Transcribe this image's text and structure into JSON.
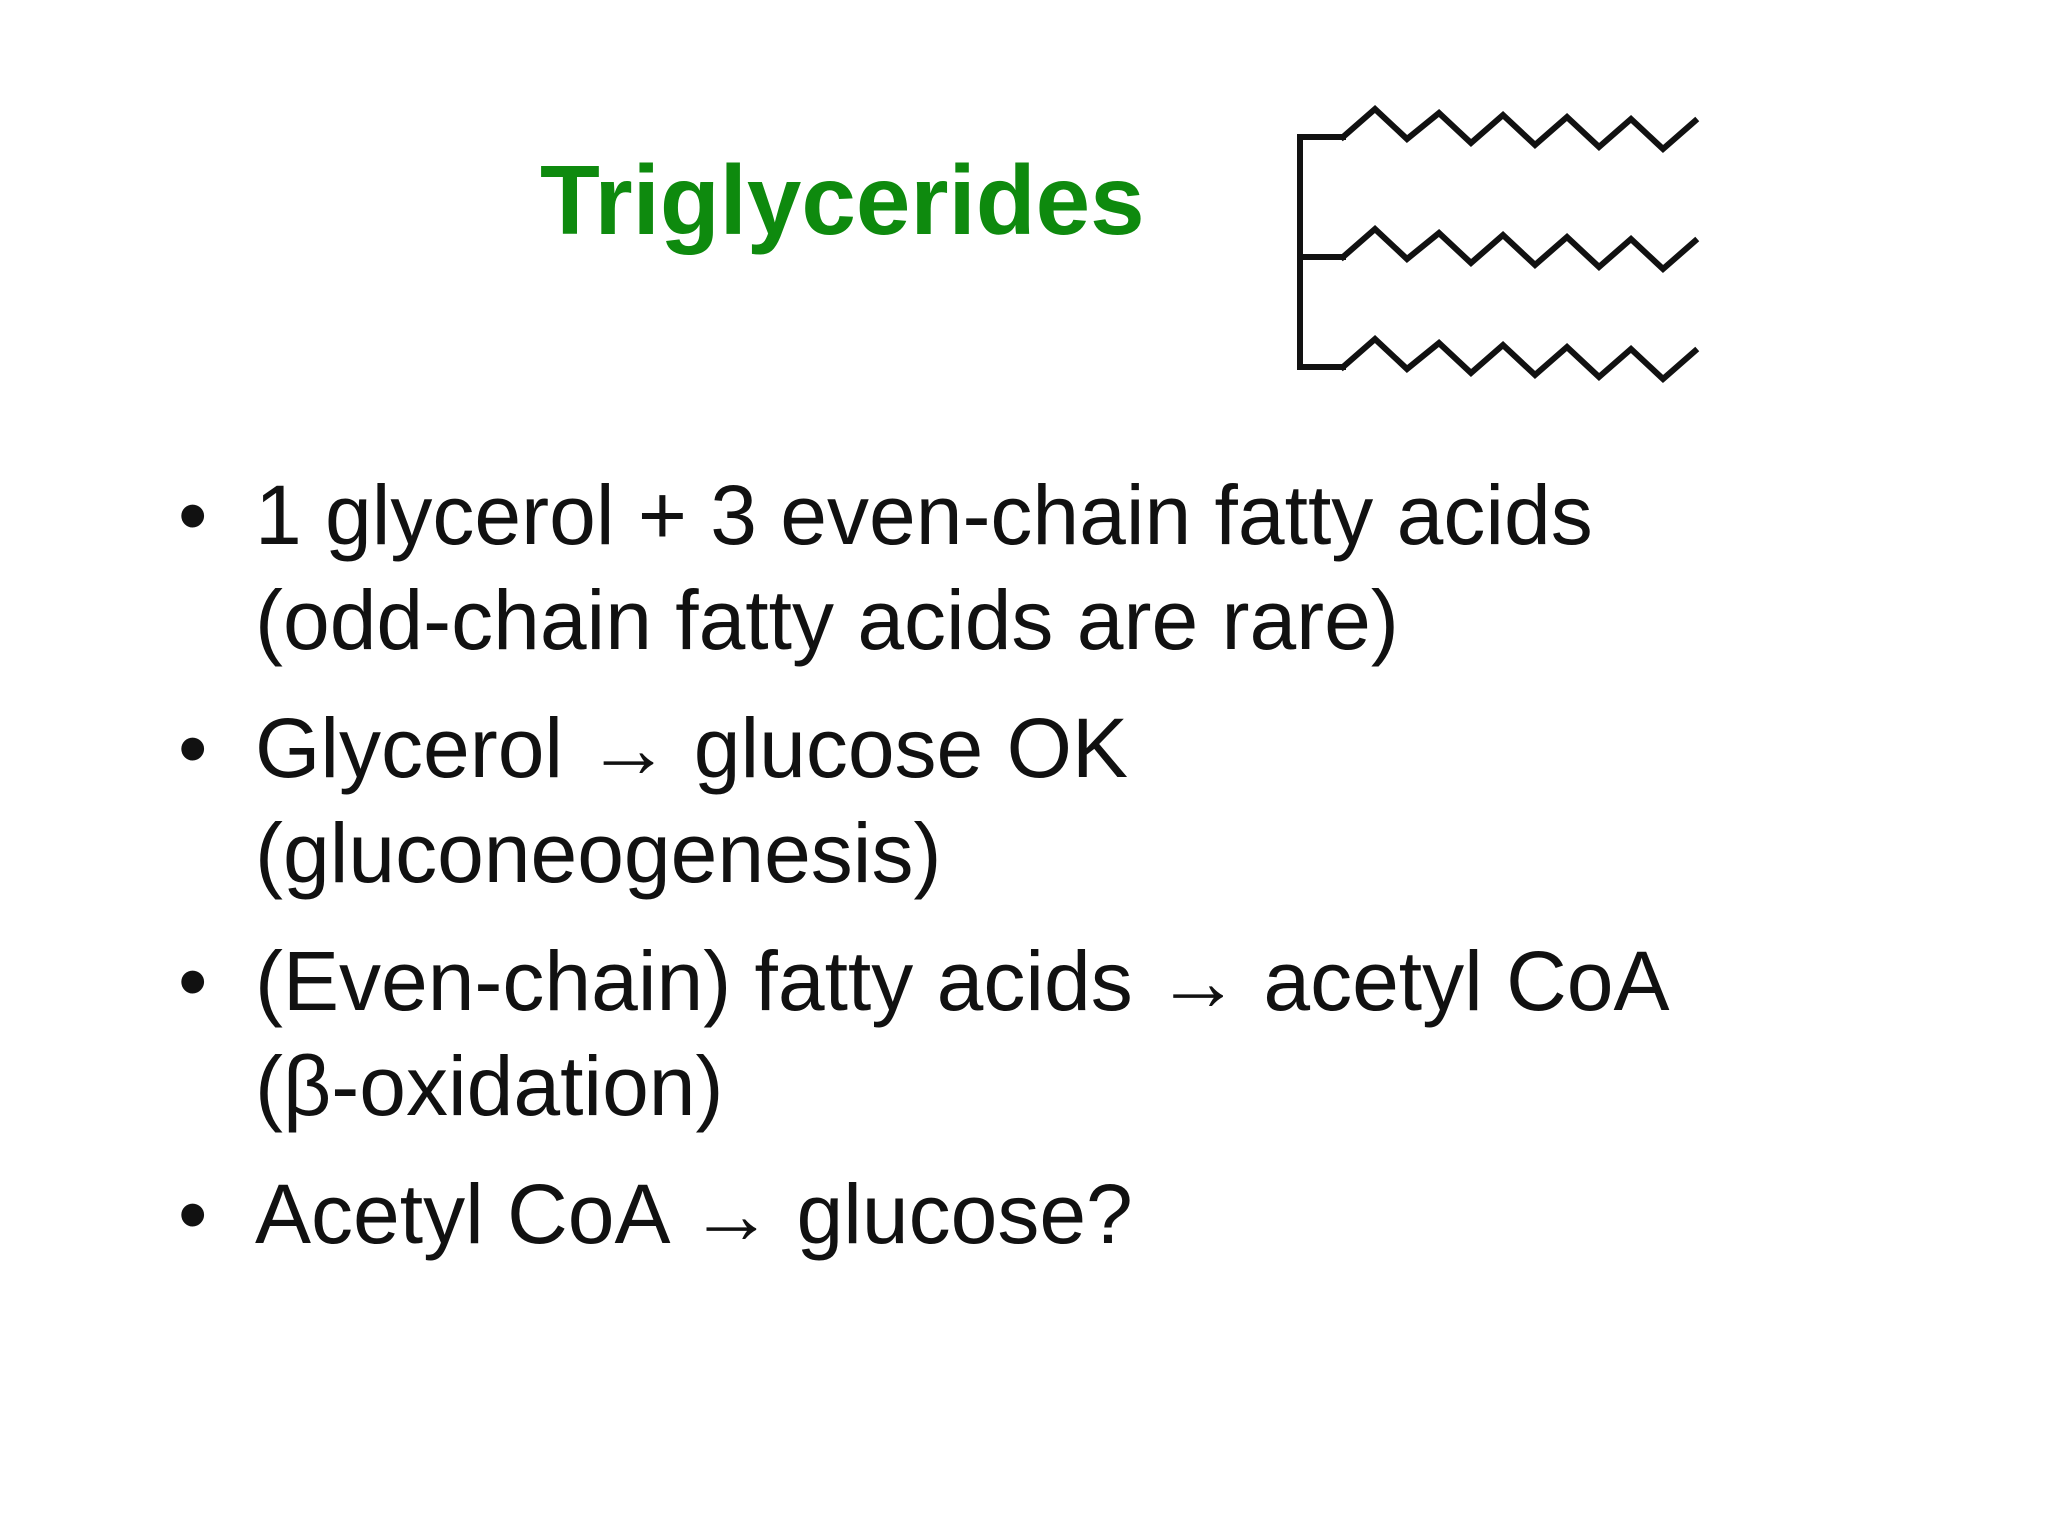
{
  "slide": {
    "title": "Triglycerides",
    "bullet_marker": "•",
    "molecule_icon": "triglyceride-structure",
    "title_color": "#0e8a0e",
    "bullets": [
      {
        "line1": "1 glycerol + 3 even-chain fatty acids",
        "line2": "(odd-chain fatty acids are rare)"
      },
      {
        "line1": "Glycerol → glucose OK",
        "line2": "(gluconeogenesis)"
      },
      {
        "line1": "(Even-chain) fatty acids → acetyl CoA",
        "line2": "(β-oxidation)"
      },
      {
        "line1": "Acetyl CoA → glucose?"
      }
    ]
  }
}
